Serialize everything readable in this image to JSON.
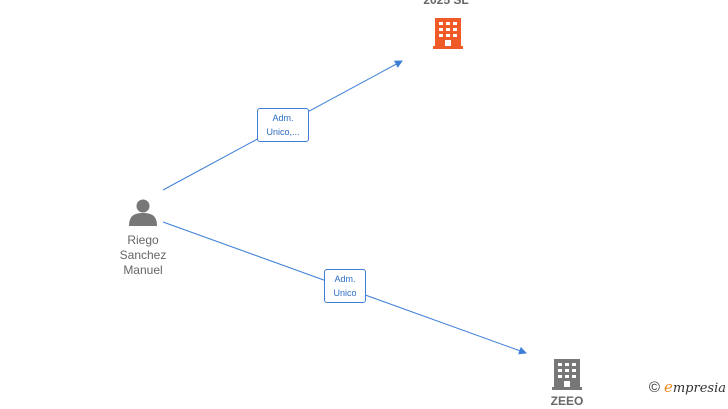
{
  "nodes": {
    "top_company": {
      "label": "2025  SL",
      "color": "#f05a28"
    },
    "person": {
      "line1": "Riego",
      "line2": "Sanchez",
      "line3": "Manuel",
      "color": "#777777"
    },
    "bottom_company": {
      "label": "ZEEO",
      "color": "#777777"
    }
  },
  "edges": {
    "top": {
      "line1": "Adm.",
      "line2": "Unico,..."
    },
    "bottom": {
      "line1": "Adm.",
      "line2": "Unico"
    }
  },
  "colors": {
    "edge": "#3d7fd6"
  },
  "brand": {
    "copyright": "©",
    "e": "e",
    "rest": "mpresia"
  }
}
